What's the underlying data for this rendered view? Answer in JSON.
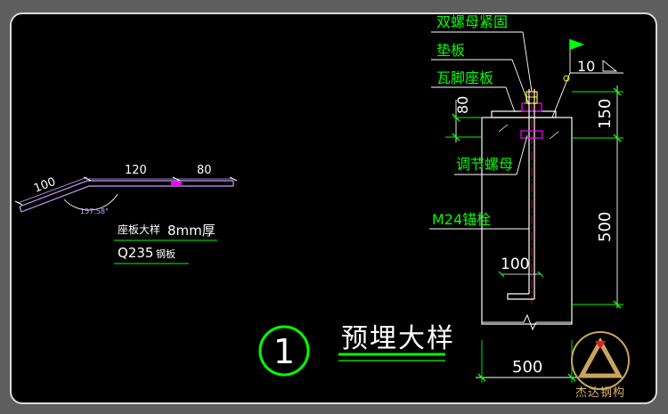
{
  "labels": {
    "nut": "双螺母紧固",
    "washer": "垫板",
    "base_plate": "瓦脚座板",
    "adjust_nut": "调节螺母",
    "anchor": "M24锚栓",
    "title": "预埋大样",
    "seat_detail": "座板大样",
    "thickness": "8mm厚",
    "steel_grade": "Q235",
    "steel_plate": "钢板",
    "section_no": "1",
    "logo_text": "杰达钢构"
  },
  "dimensions": {
    "d100_left": "100",
    "d120": "120",
    "d80": "80",
    "angle": "157.58°",
    "weld": "10",
    "d80_vert": "80",
    "d150": "150",
    "d500_vert": "500",
    "d100_hook": "100",
    "d500_horz": "500"
  },
  "colors": {
    "background": "#000000",
    "frame": "#5e5e5e",
    "green": "#00ff00",
    "white": "#ffffff",
    "magenta": "#ff00ff",
    "lavender": "#c8a0ff",
    "cyan": "#00ffff",
    "yellow": "#ffff00",
    "red": "#ff0000",
    "logo": "#d9b46a"
  }
}
